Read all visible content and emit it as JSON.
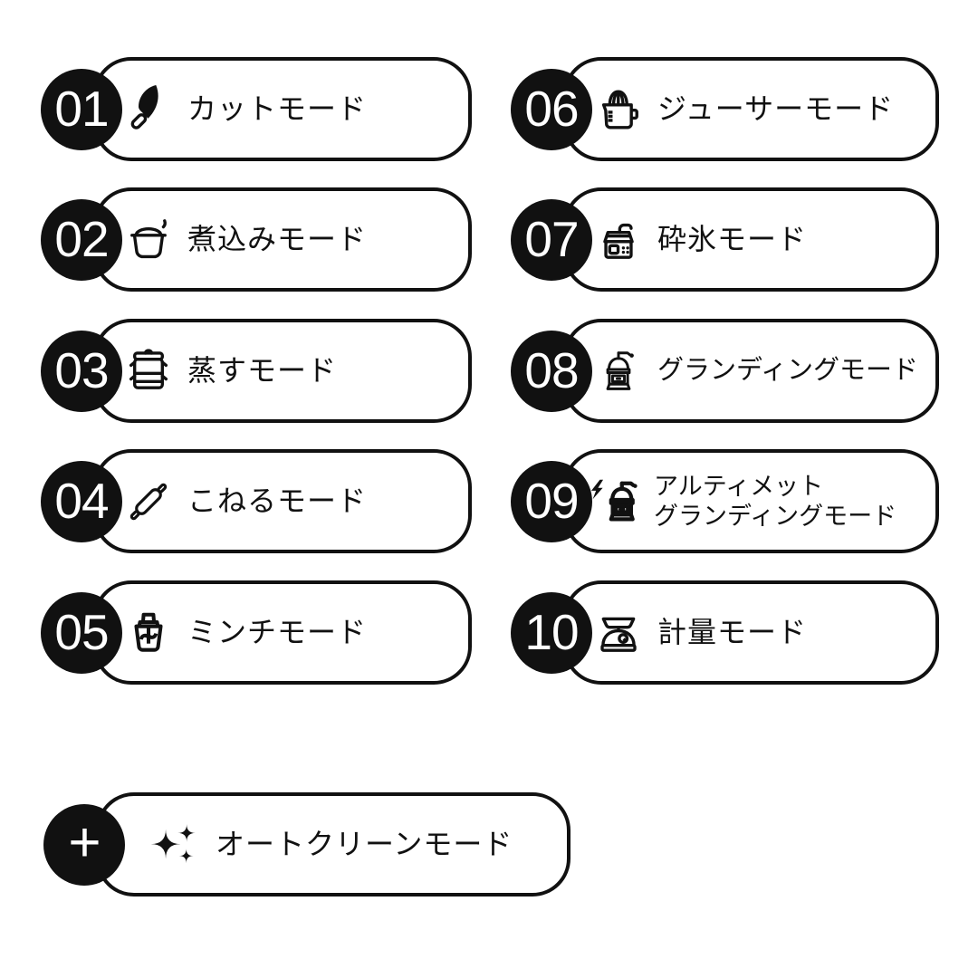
{
  "page": {
    "background_color": "#ffffff",
    "ink_color": "#111111",
    "badge_text_color": "#ffffff"
  },
  "modes": [
    {
      "number": "01",
      "label": "カットモード",
      "icon": "knife-icon"
    },
    {
      "number": "02",
      "label": "煮込みモード",
      "icon": "pot-icon"
    },
    {
      "number": "03",
      "label": "蒸すモード",
      "icon": "steamer-icon"
    },
    {
      "number": "04",
      "label": "こねるモード",
      "icon": "rolling-pin-icon"
    },
    {
      "number": "05",
      "label": "ミンチモード",
      "icon": "mincer-icon"
    },
    {
      "number": "06",
      "label": "ジューサーモード",
      "icon": "juicer-icon"
    },
    {
      "number": "07",
      "label": "砕氷モード",
      "icon": "ice-shaver-icon"
    },
    {
      "number": "08",
      "label": "グランディングモード",
      "icon": "grinder-icon"
    },
    {
      "number": "09",
      "label": "アルティメット\nグランディングモード",
      "icon": "ultimate-grinder-icon"
    },
    {
      "number": "10",
      "label": "計量モード",
      "icon": "scale-icon"
    }
  ],
  "extra_mode": {
    "number": "+",
    "label": "オートクリーンモード",
    "icon": "sparkles-icon"
  }
}
